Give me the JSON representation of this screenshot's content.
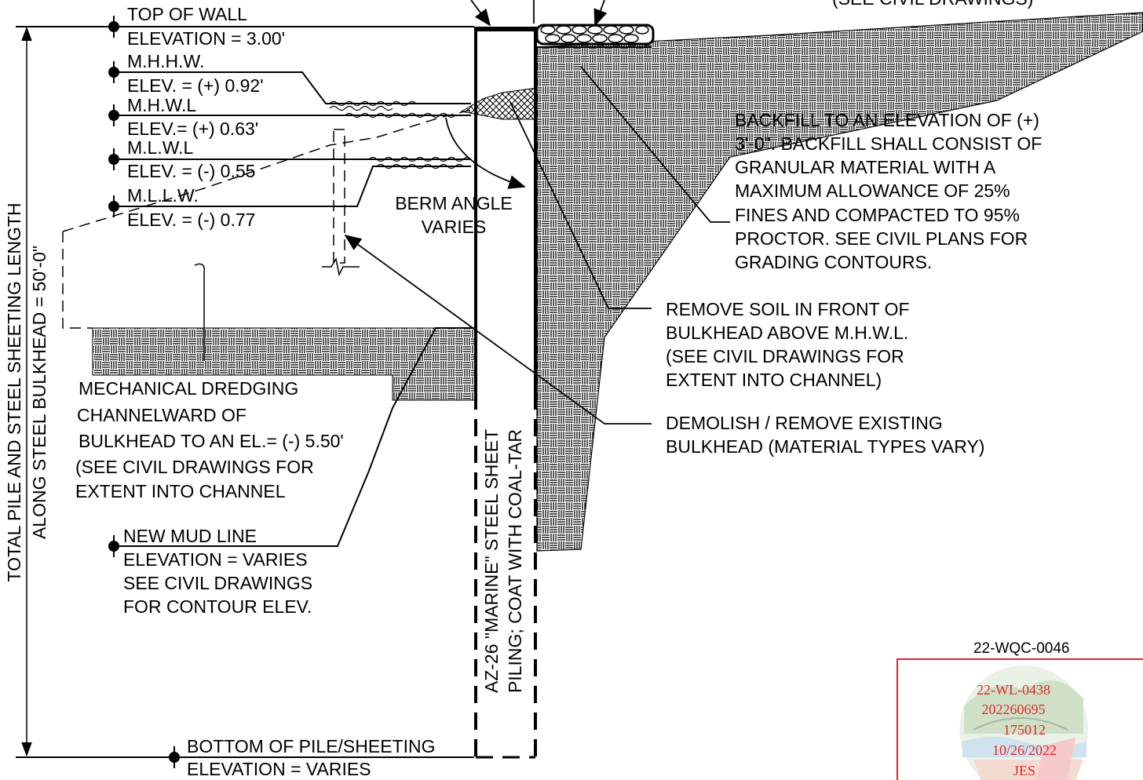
{
  "elevations": {
    "top_of_wall": {
      "title": "TOP OF WALL",
      "value": "ELEVATION = 3.00'"
    },
    "mhhw": {
      "title": "M.H.H.W.",
      "value": "ELEV. = (+) 0.92'"
    },
    "mhwl": {
      "title": "M.H.W.L",
      "value": "ELEV.= (+) 0.63'"
    },
    "mlwl": {
      "title": "M.L.W.L",
      "value": "ELEV. = (-) 0.55"
    },
    "mllw": {
      "title": "M.L.L.W.",
      "value": "ELEV. = (-) 0.77"
    },
    "new_mud_line": {
      "title": "NEW MUD LINE",
      "lines": [
        "ELEVATION = VARIES",
        "SEE CIVIL DRAWINGS",
        "FOR CONTOUR ELEV."
      ]
    },
    "bottom_of_pile": {
      "title": "BOTTOM OF PILE/SHEETING",
      "value": "ELEVATION = VARIES"
    }
  },
  "top_note": "(SEE CIVIL DRAWINGS)",
  "dimension_label": [
    "TOTAL PILE AND STEEL SHEETING LENGTH",
    "ALONG STEEL BULKHEAD = 50'-0\""
  ],
  "berm_angle": [
    "BERM ANGLE",
    "VARIES"
  ],
  "notes": {
    "backfill": [
      "BACKFILL TO AN ELEVATION OF (+)",
      "3'-0\". BACKFILL SHALL CONSIST OF",
      "GRANULAR MATERIAL WITH A",
      "MAXIMUM ALLOWANCE OF 25%",
      "FINES AND COMPACTED TO 95%",
      "PROCTOR. SEE CIVIL PLANS FOR",
      "GRADING CONTOURS."
    ],
    "remove_soil": [
      "REMOVE SOIL IN FRONT OF",
      "BULKHEAD ABOVE M.H.W.L.",
      "(SEE CIVIL DRAWINGS FOR",
      "EXTENT INTO CHANNEL)"
    ],
    "demolish": [
      "DEMOLISH / REMOVE EXISTING",
      "BULKHEAD (MATERIAL TYPES VARY)"
    ],
    "dredging": [
      "MECHANICAL DREDGING",
      "CHANNELWARD OF",
      "BULKHEAD TO AN EL.= (-) 5.50'",
      "(SEE CIVIL DRAWINGS FOR",
      "EXTENT INTO CHANNEL"
    ]
  },
  "sheet_pile_label": [
    "AZ-26 \"MARINE\" STEEL SHEET",
    "PILING; COAT WITH COAL-TAR"
  ],
  "permit_number": "22-WQC-0046",
  "stamp": {
    "lines": [
      "22-WL-0438",
      "202260695",
      "175012",
      "10/26/2022",
      "JES"
    ],
    "color": "#e0262b"
  }
}
